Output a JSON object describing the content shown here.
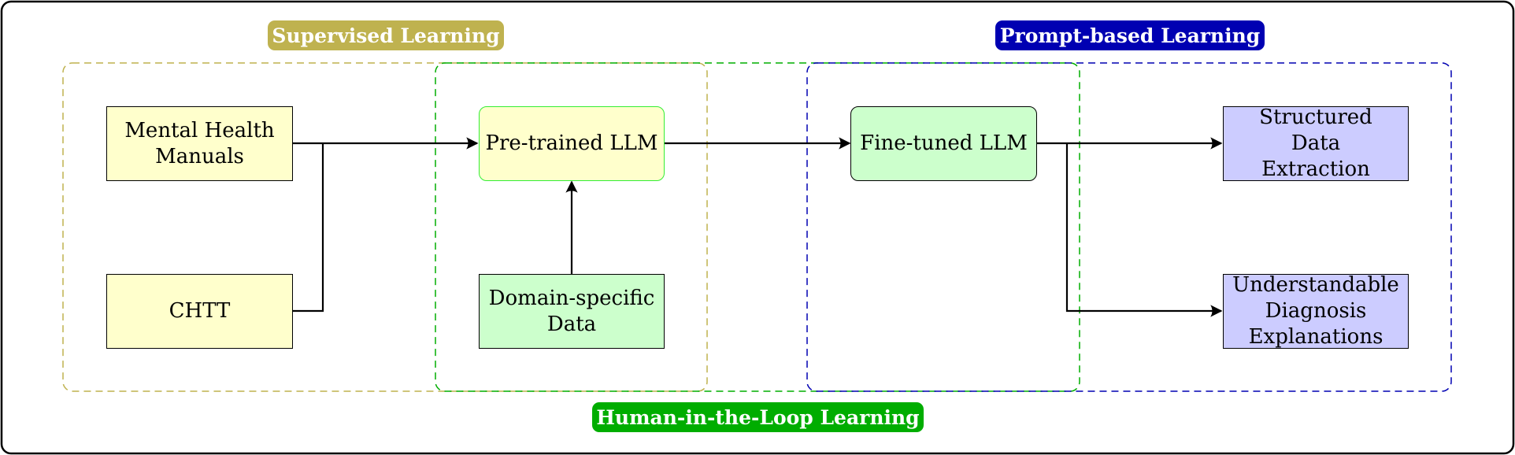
{
  "colors": {
    "supervised": "#bfb24f",
    "human_loop": "#00ad00",
    "prompt": "#0000b2",
    "yellow_fill": "#ffffcc",
    "green_fill": "#ccffcc",
    "blue_fill": "#ccccff",
    "bright_green_border": "#33ee33"
  },
  "regions": {
    "supervised": {
      "label": "Supervised Learning"
    },
    "human_loop": {
      "label": "Human-in-the-Loop Learning"
    },
    "prompt": {
      "label": "Prompt-based Learning"
    }
  },
  "nodes": {
    "manuals": {
      "label": "Mental Health Manuals"
    },
    "chtt": {
      "label": "CHTT"
    },
    "pretrained": {
      "label": "Pre-trained LLM"
    },
    "domain_data": {
      "label": "Domain-specific Data"
    },
    "finetuned": {
      "label": "Fine-tuned LLM"
    },
    "structured": {
      "label": "Structured Data Extraction"
    },
    "diagnosis": {
      "label": "Understandable Diagnosis Explanations"
    }
  }
}
